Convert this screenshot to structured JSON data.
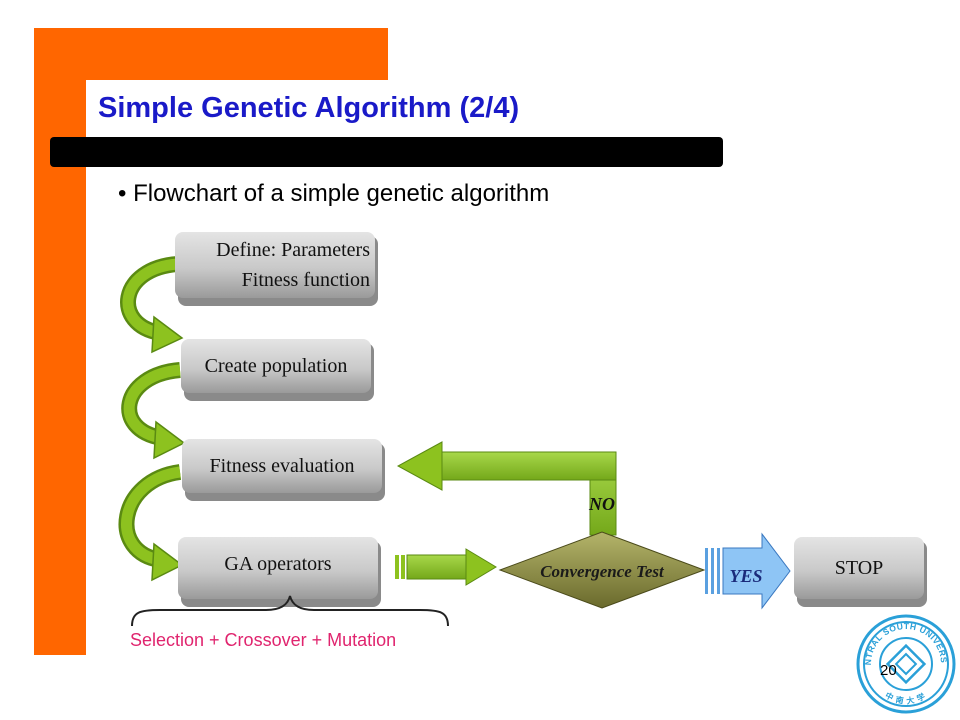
{
  "slide": {
    "title": "Simple Genetic Algorithm (2/4)",
    "bullet": "Flowchart of a simple genetic algorithm",
    "page_number": "20"
  },
  "flowchart": {
    "define_line1": "Define: Parameters",
    "define_line2": "Fitness function",
    "create_population": "Create population",
    "fitness_evaluation": "Fitness evaluation",
    "ga_operators": "GA operators",
    "convergence_test": "Convergence Test",
    "no_label": "NO",
    "yes_label": "YES",
    "stop": "STOP",
    "brace_caption": "Selection + Crossover + Mutation"
  },
  "logo": {
    "text_top": "CENTRAL SOUTH UNIVERSITY",
    "text_bottom": "中南大学"
  },
  "colors": {
    "orange": "#ff6600",
    "title_blue": "#1a1ac8",
    "green_arrow": "#8dc21f",
    "diamond": "#8a8a3c",
    "yes_arrow": "#8ec5f5",
    "caption_pink": "#e0246e",
    "logo_blue": "#2aa0d8"
  }
}
